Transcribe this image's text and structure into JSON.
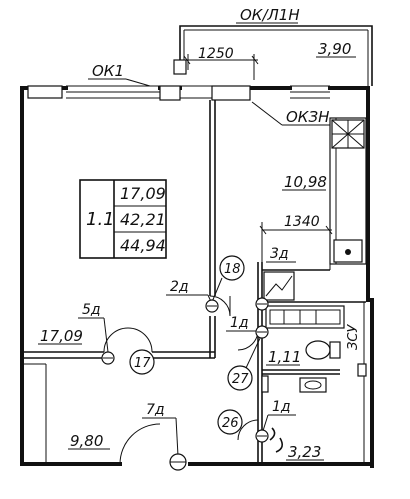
{
  "labels": {
    "ok_l1n": "ОК/Л1Н",
    "ok1": "ОК1",
    "ok3n": "ОКЗН",
    "dim_1250": "1250",
    "dim_1340": "1340",
    "balcony_area": "3,90",
    "kitchen_area": "10,98",
    "living_area": "17,09",
    "hall_area": "9,80",
    "bath_area": "1,11",
    "wc_area": "3,23",
    "bath_tag": "ЗСУ"
  },
  "apartment_box": {
    "code": "1.1",
    "living": "17,09",
    "total": "42,21",
    "with_balcony": "44,94"
  },
  "door_markers": [
    {
      "num": "18",
      "label": "2д"
    },
    {
      "num": "17",
      "label": "5д"
    },
    {
      "num": "27",
      "label": "1д"
    },
    {
      "num": "26",
      "label": "1д"
    },
    {
      "num": "",
      "label": "7д"
    },
    {
      "num": "",
      "label": "3д"
    }
  ],
  "colors": {
    "line": "#111111",
    "background": "#ffffff"
  }
}
